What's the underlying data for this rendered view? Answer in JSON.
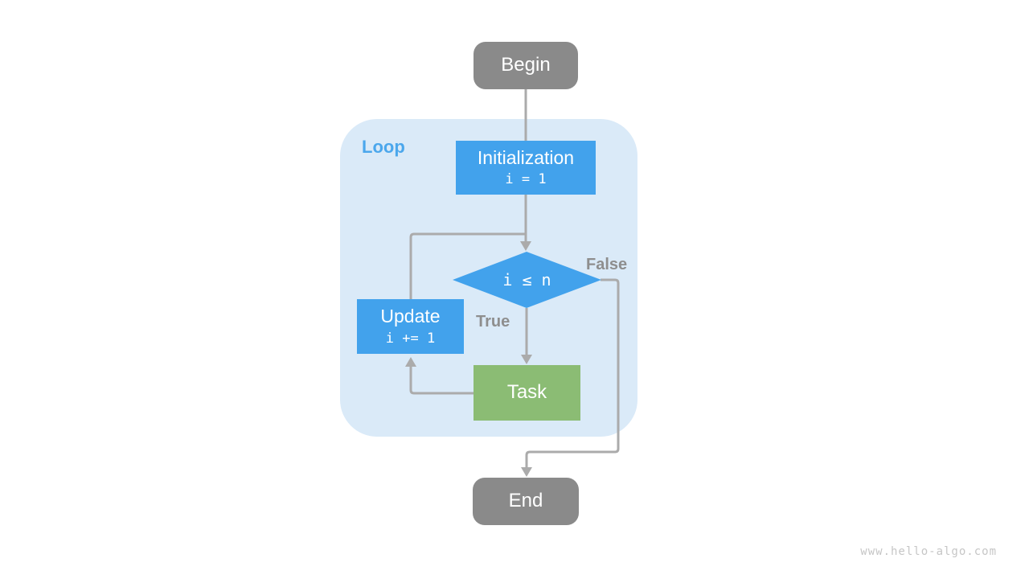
{
  "meta": {
    "watermark": "www.hello-algo.com"
  },
  "colors": {
    "node_gray": "#8A8A8A",
    "node_blue": "#42A2EC",
    "node_green": "#8BBC74",
    "loop_bg": "#DAEAF8",
    "loop_label_blue": "#4BA7EC",
    "edge_gray": "#ABABAB",
    "branch_label_gray": "#8E8E8E",
    "node_text": "#FFFFFF",
    "watermark_gray": "#C6C6C6"
  },
  "nodes": {
    "begin": {
      "label": "Begin"
    },
    "loop": {
      "label": "Loop"
    },
    "initialization": {
      "label": "Initialization",
      "code": "i = 1"
    },
    "condition": {
      "code": "i ≤ n"
    },
    "update": {
      "label": "Update",
      "code": "i += 1"
    },
    "task": {
      "label": "Task"
    },
    "end": {
      "label": "End"
    }
  },
  "edges": {
    "true_label": "True",
    "false_label": "False"
  }
}
